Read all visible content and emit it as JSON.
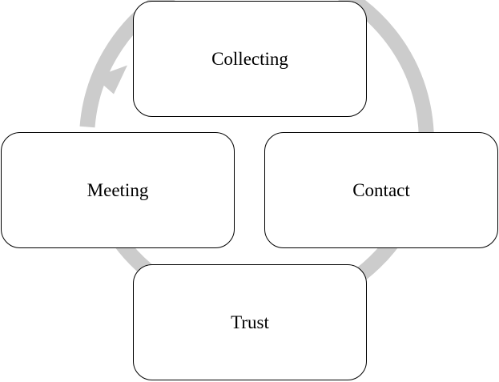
{
  "diagram": {
    "type": "cycle",
    "stages": [
      {
        "id": "collecting",
        "label": "Collecting"
      },
      {
        "id": "contact",
        "label": "Contact"
      },
      {
        "id": "trust",
        "label": "Trust"
      },
      {
        "id": "meeting",
        "label": "Meeting"
      }
    ],
    "flow": [
      "collecting",
      "contact",
      "trust",
      "meeting",
      "collecting"
    ],
    "direction": "clockwise",
    "arrow_color": "#cccccc",
    "box_border_color": "#000000",
    "box_fill_color": "#ffffff"
  }
}
